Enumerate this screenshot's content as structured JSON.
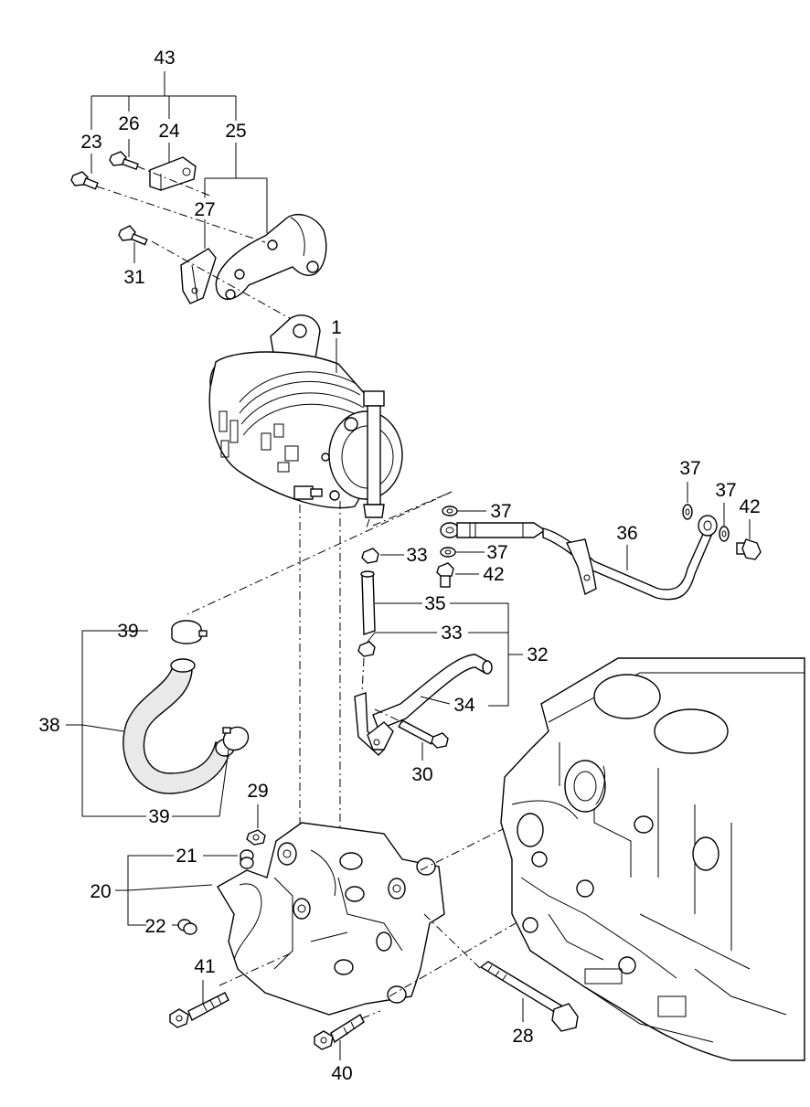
{
  "diagram": {
    "labels": {
      "l1": "1",
      "l20": "20",
      "l21": "21",
      "l22": "22",
      "l23": "23",
      "l24": "24",
      "l25": "25",
      "l26": "26",
      "l27": "27",
      "l28": "28",
      "l29": "29",
      "l30": "30",
      "l31": "31",
      "l32": "32",
      "l33a": "33",
      "l33b": "33",
      "l34": "34",
      "l35": "35",
      "l36": "36",
      "l37a": "37",
      "l37b": "37",
      "l37c": "37",
      "l37d": "37",
      "l38": "38",
      "l39a": "39",
      "l39b": "39",
      "l40": "40",
      "l41": "41",
      "l42a": "42",
      "l42b": "42",
      "l43": "43"
    }
  }
}
